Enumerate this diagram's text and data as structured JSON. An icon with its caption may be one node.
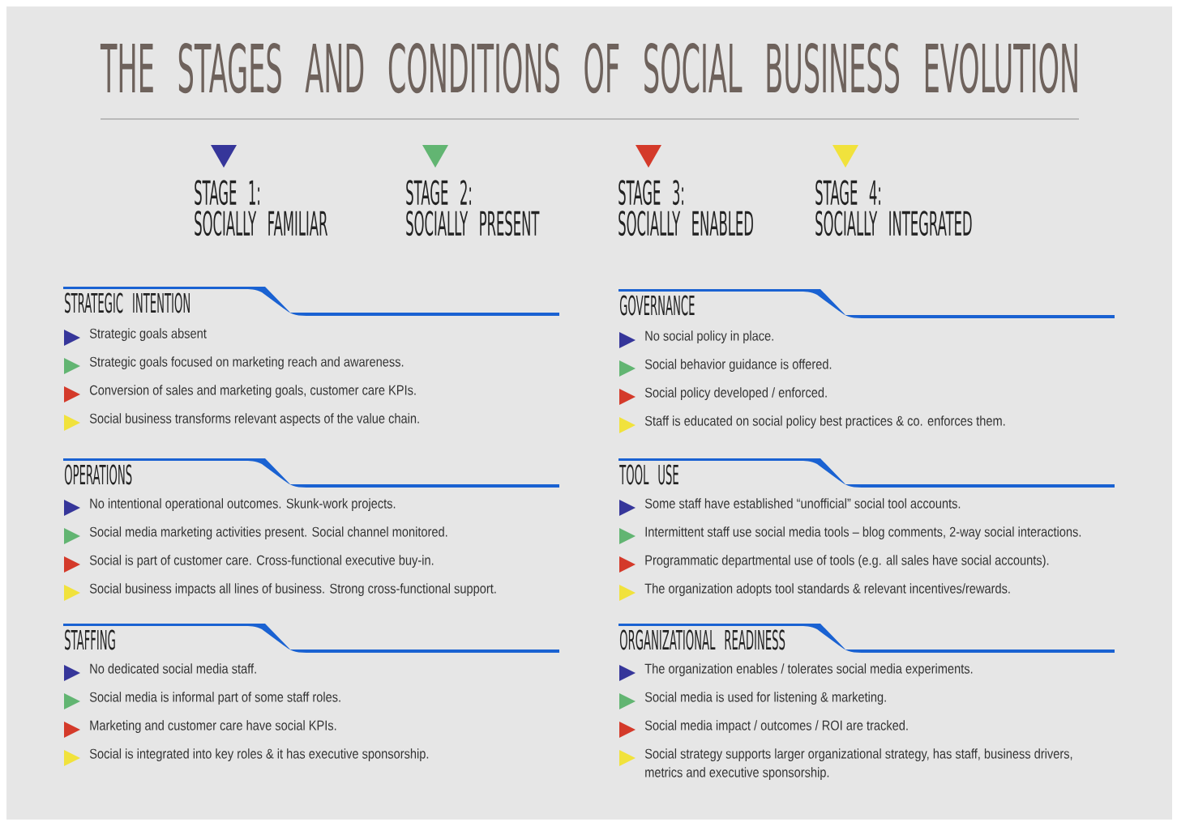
{
  "diagram": {
    "title": "THE STAGES AND CONDITIONS OF SOCIAL BUSINESS EVOLUTION",
    "nodes": [
      {
        "text": [
          "STRATEGIC INTENTION",
          "Strategic goals absent",
          "Strategic goals focused on marketing reach and awareness.",
          "Conversion of sales and marketing goals, customer care KPIs.",
          "Social business transforms relevant aspects of the value chain."
        ]
      },
      {
        "text": [
          "GOVERNANCE",
          "No social policy in place.",
          "Social behavior guidance is offered.",
          "Social policy developed / enforced.",
          "Staff is educated on social policy best practices & co. enforces them."
        ]
      },
      {
        "text": [
          "OPERATIONS",
          "No intentional operational outcomes. Skunk-work projects.",
          "Social media marketing activities present. Social channel monitored.",
          "Social is part of customer care. Cross-functional executive buy-in.",
          "Social business impacts all lines of business. Strong cross-functional support."
        ]
      },
      {
        "text": [
          "TOOL USE",
          "Some staff have established “unofficial” social tool accounts.",
          "Intermittent staff use social media tools – blog comments, 2-way social interactions.",
          "Programmatic departmental use of tools (e.g. all sales have social accounts).",
          "The organization adopts tool standards & relevant incentives/rewards."
        ]
      },
      {
        "text": [
          "STAFFING",
          "No dedicated social media staff.",
          "Social media is informal part of some staff roles.",
          "Marketing and customer care have social KPIs.",
          "Social is integrated into key roles & it has executive sponsorship."
        ]
      },
      {
        "text": [
          "ORGANIZATIONAL READINESS",
          "The organization enables / tolerates social media experiments.",
          "Social media is used for listening & marketing.",
          "Social media impact / outcomes / ROI are tracked.",
          "Social strategy supports larger organizational strategy, has staff, business drivers, metrics and executive sponsorship."
        ]
      }
    ],
    "legend": [
      {
        "text": "STAGE 1: SOCIALLY FAMILIAR",
        "color": "#36369a"
      },
      {
        "text": "STAGE 2: SOCIALLY PRESENT",
        "color": "#62b572"
      },
      {
        "text": "STAGE 3: SOCIALLY ENABLED",
        "color": "#d43a2a"
      },
      {
        "text": "STAGE 4: SOCIALLY INTEGRATED",
        "color": "#f1e23c"
      }
    ]
  }
}
